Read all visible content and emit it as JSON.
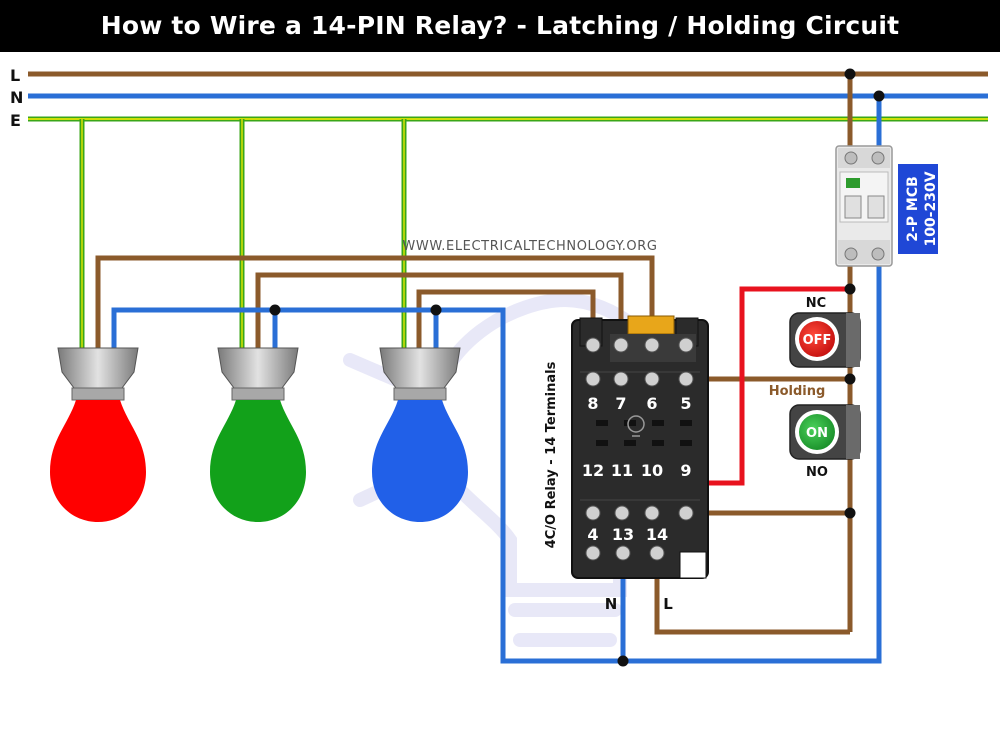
{
  "title": "How to Wire a 14-PIN Relay? - Latching / Holding Circuit",
  "watermark": "WWW.ELECTRICALTECHNOLOGY.ORG",
  "rails": {
    "l": "L",
    "n": "N",
    "e": "E"
  },
  "mcb": {
    "line1": "2-P MCB",
    "line2": "100-230V"
  },
  "relay": {
    "side_label": "4C/O Relay - 14 Terminals",
    "top_numbers": [
      "8",
      "7",
      "6",
      "5"
    ],
    "mid_numbers": [
      "12",
      "11",
      "10",
      "9"
    ],
    "bottom_numbers": [
      "4",
      "13",
      "14"
    ]
  },
  "buttons": {
    "nc_label": "NC",
    "off_text": "OFF",
    "no_label": "NO",
    "on_text": "ON",
    "holding_label": "Holding"
  },
  "relay_supply": {
    "n": "N",
    "l": "L"
  },
  "bulbs": [
    {
      "color": "#ff0000"
    },
    {
      "color": "#12a11a"
    },
    {
      "color": "#2160e8"
    }
  ],
  "colors": {
    "live": "#8b5a2b",
    "neutral": "#2a6fd6",
    "earth": "#3aa619",
    "control": "#e8121e",
    "mcb_label_bg": "#1f47d6"
  }
}
